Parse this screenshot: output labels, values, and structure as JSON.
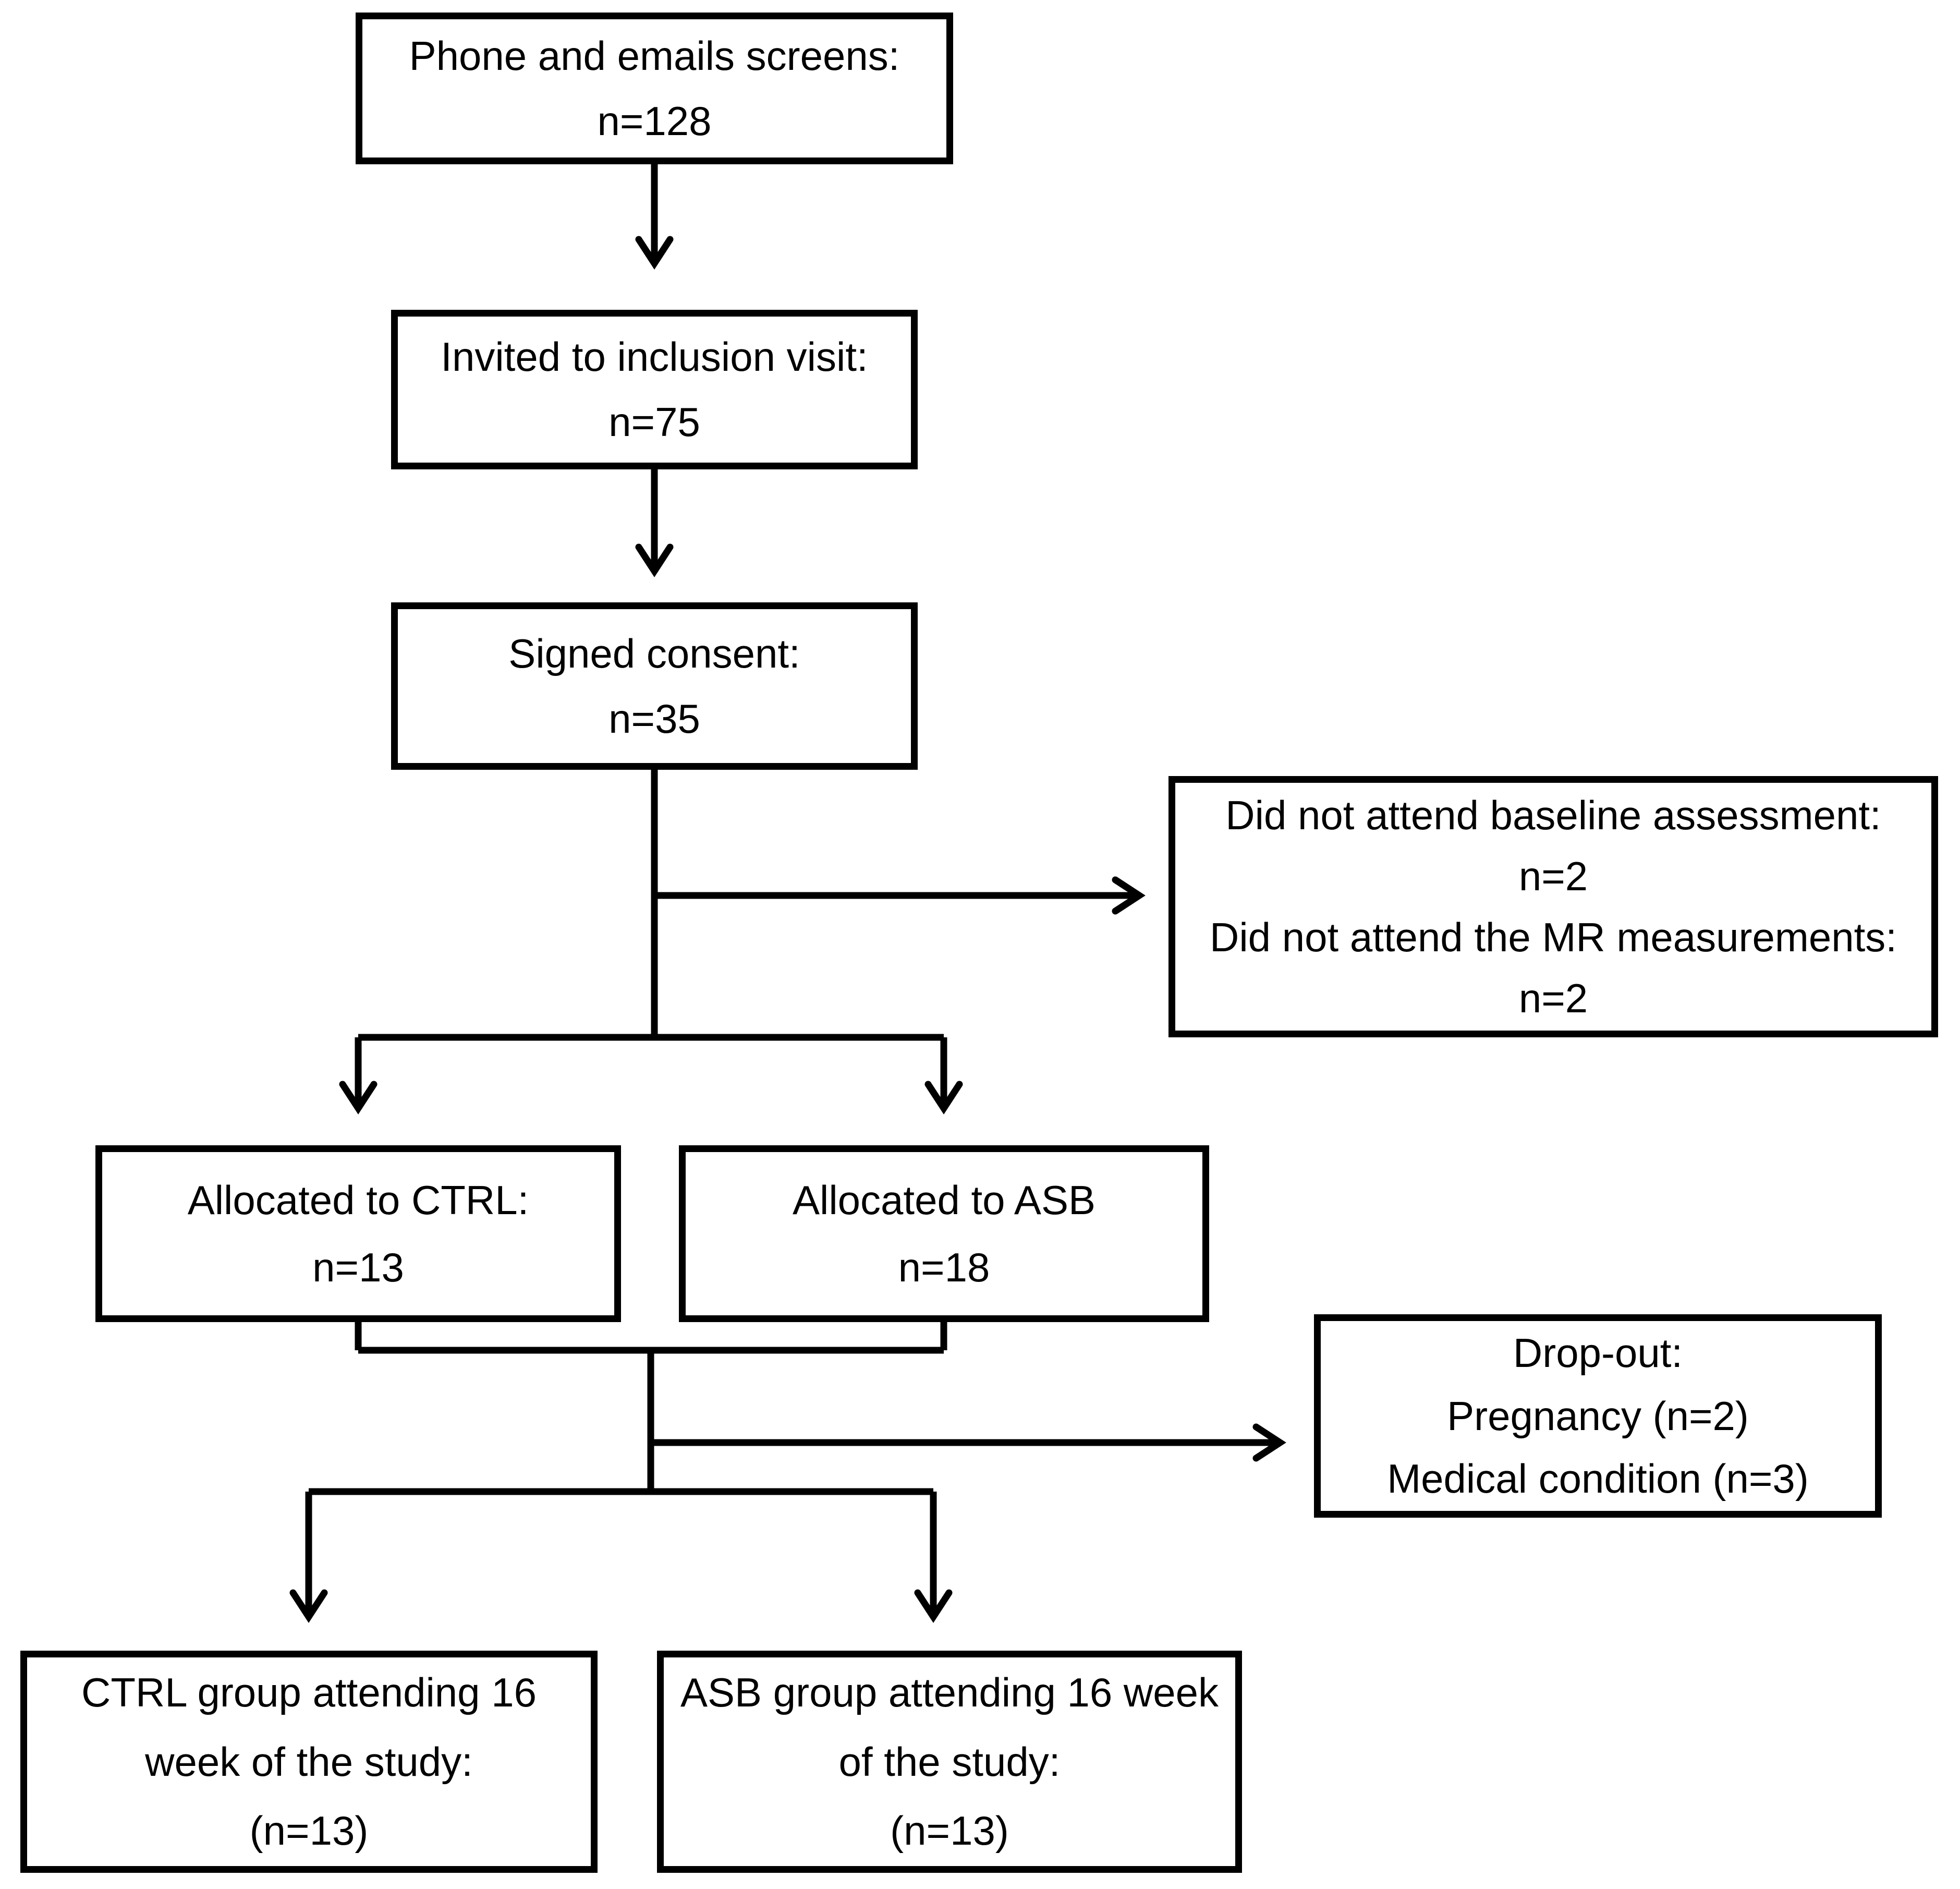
{
  "diagram": {
    "type": "flowchart",
    "colors": {
      "line": "#000000",
      "background": "#ffffff",
      "text": "#000000"
    },
    "boxes": [
      {
        "id": "phone-screens",
        "lines": [
          "Phone and emails screens:",
          "n=128"
        ]
      },
      {
        "id": "invited-visit",
        "lines": [
          "Invited to inclusion visit:",
          "n=75"
        ]
      },
      {
        "id": "signed-consent",
        "lines": [
          "Signed consent:",
          "n=35"
        ]
      },
      {
        "id": "not-attended",
        "lines": [
          "Did not attend baseline assessment:",
          "n=2",
          "Did not attend the MR measurements:",
          "n=2"
        ]
      },
      {
        "id": "allocated-ctrl",
        "lines": [
          "Allocated to CTRL:",
          "n=13"
        ]
      },
      {
        "id": "allocated-asb",
        "lines": [
          "Allocated to ASB",
          "n=18"
        ]
      },
      {
        "id": "drop-out",
        "lines": [
          "Drop-out:",
          "Pregnancy (n=2)",
          "Medical condition (n=3)"
        ]
      },
      {
        "id": "ctrl-16week",
        "lines": [
          "CTRL group attending 16",
          "week of the study:",
          "(n=13)"
        ]
      },
      {
        "id": "asb-16week",
        "lines": [
          "ASB group attending 16 week",
          "of the study:",
          "(n=13)"
        ]
      }
    ]
  }
}
